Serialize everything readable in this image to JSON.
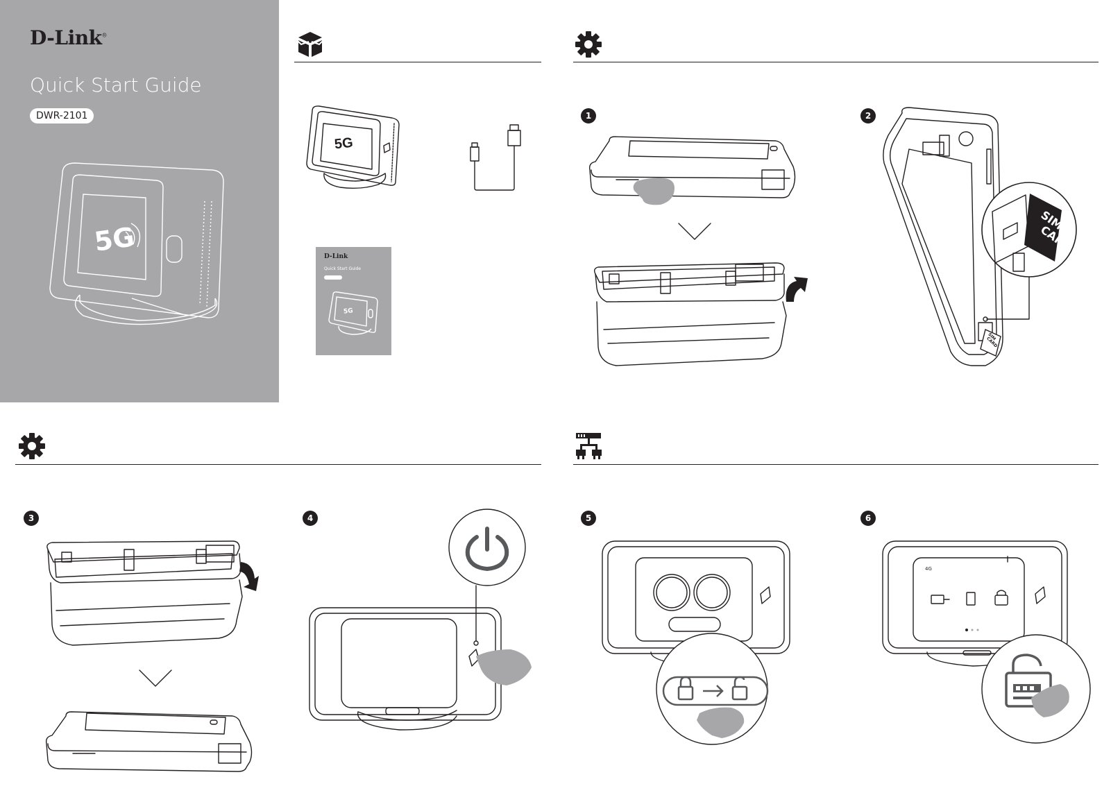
{
  "cover": {
    "brand": "D-Link",
    "brand_mark": "®",
    "title": "Quick Start Guide",
    "model": "DWR-2101",
    "device_screen_label": "5G"
  },
  "sections": {
    "package_contents": {
      "icon": "package-box-icon"
    },
    "installation_top": {
      "icon": "gear-icon"
    },
    "installation_bottom": {
      "icon": "gear-icon"
    },
    "connection": {
      "icon": "network-icon"
    }
  },
  "package": {
    "device_screen_label": "5G",
    "qsg_brand": "D-Link",
    "qsg_title": "Quick Start Guide",
    "qsg_screen_label": "5G"
  },
  "steps": [
    {
      "number": "1"
    },
    {
      "number": "2",
      "sim_label_line1": "SIM",
      "sim_label_line2": "CARD",
      "small_sim_line1": "SIM",
      "small_sim_line2": "CARD"
    },
    {
      "number": "3"
    },
    {
      "number": "4"
    },
    {
      "number": "5"
    },
    {
      "number": "6",
      "status_network": "4G"
    }
  ],
  "colors": {
    "cover_background": "#a7a7a9",
    "ink": "#231f20",
    "hand_gray": "#a7a7a9",
    "badge_white": "#ffffff"
  }
}
